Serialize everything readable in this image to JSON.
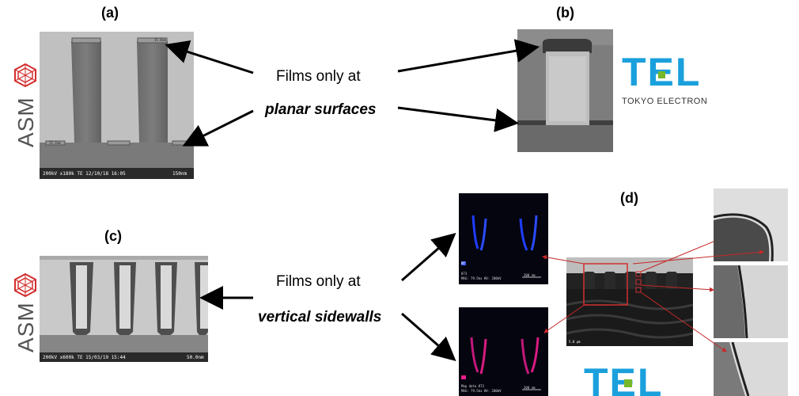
{
  "panels": {
    "a": {
      "label": "(a)",
      "meta": "200kV x180k TE 12/10/18 16:05",
      "scale": "150nm",
      "top_tag": "15.8nm",
      "bottom_tag": "15.3nm"
    },
    "b": {
      "label": "(b)"
    },
    "c": {
      "label": "(c)",
      "meta": "200kV x600k TE 15/03/19 15:44",
      "scale": "50.0nm"
    },
    "d": {
      "label": "(d)",
      "scale": "5.0 µm"
    }
  },
  "captions": {
    "top_line1": "Films only at",
    "top_line2": "planar surfaces",
    "bottom_line1": "Films only at",
    "bottom_line2": "vertical sidewalls"
  },
  "logos": {
    "asm_text": "ASM",
    "tel_word": "TEL",
    "tel_sub": "TOKYO ELECTRON"
  },
  "eds": {
    "blue": {
      "tag": "Hf",
      "meta1": "873",
      "meta2": "MAG: 79.5kx  HV: 200kV",
      "scale": "200 nm"
    },
    "magenta": {
      "meta1": "Map data 873",
      "meta2": "MAG: 79.5kx  HV: 200kV",
      "scale": "200 nm"
    }
  },
  "colors": {
    "tel_blue": "#1aa0dc",
    "tel_green": "#76b82a",
    "asm_red": "#d32f2f",
    "arrow_red": "#c62828"
  }
}
